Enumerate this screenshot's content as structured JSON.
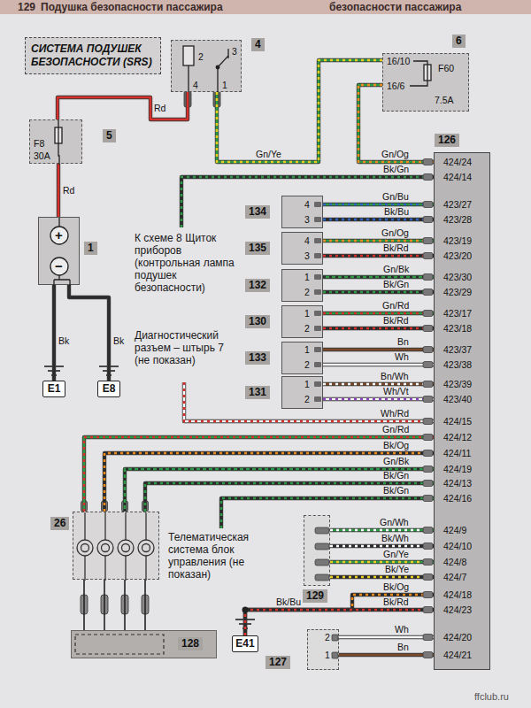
{
  "diagram": {
    "title": "СИСТЕМА ПОДУШЕК БЕЗОПАСНОСТИ (SRS)",
    "nodes": [
      {
        "text": [
          "4",
          "4",
          "2",
          "3",
          "1"
        ]
      },
      {
        "text": [
          "6",
          "16/10",
          "16/6",
          "F60",
          "7.5A"
        ]
      },
      {
        "text": [
          "5",
          "F8",
          "30A"
        ]
      },
      {
        "text": [
          "126",
          "424/24",
          "424/14",
          "423/27",
          "423/28",
          "423/19",
          "423/20",
          "423/30",
          "423/29",
          "423/17",
          "423/18",
          "423/37",
          "423/38",
          "423/39",
          "423/40",
          "424/15",
          "424/12",
          "424/11",
          "424/19",
          "424/13",
          "424/16",
          "424/9",
          "424/10",
          "424/8",
          "424/7",
          "424/18",
          "424/23",
          "424/20",
          "424/21"
        ]
      },
      {
        "text": [
          "134",
          "4",
          "3"
        ]
      },
      {
        "text": [
          "135",
          "4",
          "3"
        ]
      },
      {
        "text": [
          "1",
          "+",
          "−"
        ]
      },
      {
        "text": [
          "132",
          "1",
          "2"
        ]
      },
      {
        "text": [
          "130",
          "1",
          "2"
        ]
      },
      {
        "text": [
          "133",
          "1",
          "2"
        ]
      },
      {
        "text": [
          "131",
          "1",
          "2"
        ]
      },
      {
        "text": [
          "E1"
        ]
      },
      {
        "text": [
          "E8"
        ]
      },
      {
        "text": [
          "26"
        ]
      },
      {
        "text": [
          "129"
        ]
      },
      {
        "text": [
          "E41"
        ]
      },
      {
        "text": [
          "128"
        ]
      },
      {
        "text": [
          "127",
          "2",
          "1"
        ]
      }
    ],
    "edges": [
      {
        "from": 6,
        "to": 2,
        "arrow": "none",
        "label": "Rd"
      },
      {
        "from": 2,
        "to": 0,
        "arrow": "none",
        "label": "Rd"
      },
      {
        "from": 0,
        "to": 1,
        "arrow": "none",
        "label": "Gn/Ye"
      },
      {
        "from": 1,
        "to": 3,
        "arrow": "none",
        "label": "Gn/Og"
      },
      {
        "from": 4,
        "to": 3,
        "arrow": "none",
        "label": "Gn/Bu"
      },
      {
        "from": 4,
        "to": 3,
        "arrow": "none",
        "label": "Bk/Bu"
      },
      {
        "from": 5,
        "to": 3,
        "arrow": "none",
        "label": "Gn/Og"
      },
      {
        "from": 5,
        "to": 3,
        "arrow": "none",
        "label": "Bk/Rd"
      },
      {
        "from": 7,
        "to": 3,
        "arrow": "none",
        "label": "Gn/Bk"
      },
      {
        "from": 7,
        "to": 3,
        "arrow": "none",
        "label": "Bk/Gn"
      },
      {
        "from": 8,
        "to": 3,
        "arrow": "none",
        "label": "Gn/Rd"
      },
      {
        "from": 8,
        "to": 3,
        "arrow": "none",
        "label": "Bk/Rd"
      },
      {
        "from": 9,
        "to": 3,
        "arrow": "none",
        "label": "Bn"
      },
      {
        "from": 9,
        "to": 3,
        "arrow": "none",
        "label": "Wh"
      },
      {
        "from": 10,
        "to": 3,
        "arrow": "none",
        "label": "Bn/Wh"
      },
      {
        "from": 10,
        "to": 3,
        "arrow": "none",
        "label": "Wh/Vt"
      },
      {
        "from": 6,
        "to": 11,
        "arrow": "none",
        "label": "Bk"
      },
      {
        "from": 6,
        "to": 12,
        "arrow": "none",
        "label": "Bk"
      },
      {
        "from": 13,
        "to": 3,
        "arrow": "none",
        "label": "Gn/Rd"
      },
      {
        "from": 13,
        "to": 3,
        "arrow": "none",
        "label": "Bk/Og"
      },
      {
        "from": 13,
        "to": 3,
        "arrow": "none",
        "label": "Gn/Bk"
      },
      {
        "from": 13,
        "to": 3,
        "arrow": "none",
        "label": "Bk/Gn"
      },
      {
        "from": 14,
        "to": 3,
        "arrow": "none",
        "label": "Gn/Wh"
      },
      {
        "from": 14,
        "to": 3,
        "arrow": "none",
        "label": "Bk/Wh"
      },
      {
        "from": 14,
        "to": 3,
        "arrow": "none",
        "label": "Gn/Ye"
      },
      {
        "from": 14,
        "to": 3,
        "arrow": "none",
        "label": "Bk/Ye"
      },
      {
        "from": 15,
        "to": 3,
        "arrow": "none",
        "label": "Bk/Og"
      },
      {
        "from": 15,
        "to": 3,
        "arrow": "none",
        "label": "Bk/Rd"
      },
      {
        "from": 13,
        "to": 16,
        "arrow": "none"
      },
      {
        "from": 13,
        "to": 16,
        "arrow": "none"
      },
      {
        "from": 13,
        "to": 16,
        "arrow": "none"
      },
      {
        "from": 13,
        "to": 16,
        "arrow": "none"
      },
      {
        "from": 17,
        "to": 3,
        "arrow": "none",
        "label": "Wh"
      },
      {
        "from": 17,
        "to": 3,
        "arrow": "none",
        "label": "Bn"
      }
    ],
    "labels": [
      "129",
      "Подушка безопасности пассажира",
      "безопасности пассажира",
      "Bk/Gn",
      "К схеме 8 Щиток приборов (контрольная лампа подушек безопасности)",
      "Диагностический разъем – штырь 7 (не показан)",
      "Wh/Rd",
      "Bk/Gn",
      "Телематическая система блок управления (не показан)",
      "Bk/Bu",
      "ffclub.ru"
    ]
  }
}
